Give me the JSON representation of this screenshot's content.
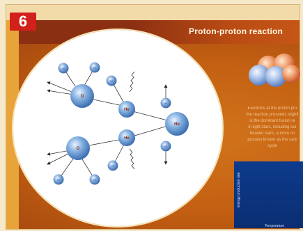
{
  "badge": {
    "number": "6",
    "color": "#d2201a"
  },
  "header": {
    "title": "Proton-proton reaction"
  },
  "diagram": {
    "particles": {
      "deuterium_top": "D",
      "deuterium_bottom": "D",
      "helium3_top": "He",
      "helium3_bottom": "He",
      "helium4": "He",
      "proton": "H"
    }
  },
  "caption": {
    "lines": [
      "Electrons at the proton pro",
      "the reaction proceeds slightl",
      "is the dominant fusion re",
      "in light stars, including our",
      "heavier stars, a more co",
      "process known as the carb",
      "cycle"
    ]
  },
  "inset_graph": {
    "xlabel": "Temperature",
    "ylabel": "Energy production rate"
  },
  "colors": {
    "header": "#8b2f12",
    "background_orange": "#c36012",
    "particle_blue": "#6f9fd6",
    "graph_blue": "#0d3b8c"
  }
}
